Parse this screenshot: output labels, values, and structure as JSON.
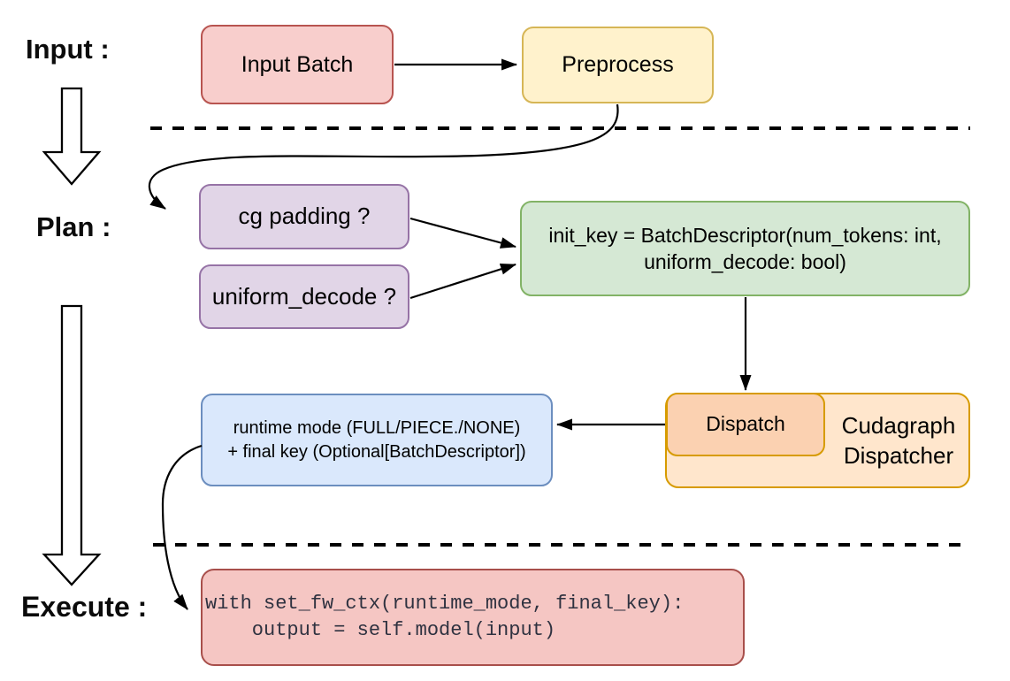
{
  "diagram": {
    "title_context": "cudagraph dispatch flow",
    "stage_labels": {
      "input": "Input :",
      "plan": "Plan :",
      "execute": "Execute :"
    },
    "nodes": {
      "input_batch": {
        "label": "Input Batch",
        "fill": "#f8cecc",
        "stroke": "#b85450"
      },
      "preprocess": {
        "label": "Preprocess",
        "fill": "#fff2cc",
        "stroke": "#d6b656"
      },
      "cg_padding": {
        "label": "cg padding ?",
        "fill": "#e1d5e7",
        "stroke": "#9673a6"
      },
      "uniform_decode": {
        "label": "uniform_decode ?",
        "fill": "#e1d5e7",
        "stroke": "#9673a6"
      },
      "init_key": {
        "line1": "init_key = BatchDescriptor(num_tokens: int,",
        "line2": "uniform_decode: bool)",
        "fill": "#d5e8d4",
        "stroke": "#82b366"
      },
      "dispatch": {
        "label": "Dispatch",
        "fill": "#fbd1b1",
        "stroke": "#d79b00"
      },
      "cudagraph_dispatcher": {
        "line1": "Cudagraph",
        "line2": "Dispatcher",
        "fill": "#ffe6cc",
        "stroke": "#d79b00"
      },
      "runtime_mode": {
        "line1": "runtime mode (FULL/PIECE./NONE)",
        "line2": "+ final key (Optional[BatchDescriptor])",
        "fill": "#dae8fc",
        "stroke": "#6c8ebf"
      },
      "execute_code": {
        "code_line1": "with set_fw_ctx(runtime_mode, final_key):",
        "code_line2": "    output = self.model(input)",
        "fill": "#f5c6c3",
        "stroke": "#a84f4b"
      }
    },
    "connections": [
      {
        "from": "input_batch",
        "to": "preprocess"
      },
      {
        "from": "preprocess",
        "to": "cg_padding"
      },
      {
        "from": "cg_padding",
        "to": "init_key"
      },
      {
        "from": "uniform_decode",
        "to": "init_key"
      },
      {
        "from": "init_key",
        "to": "dispatch"
      },
      {
        "from": "dispatch",
        "to": "runtime_mode"
      },
      {
        "from": "runtime_mode",
        "to": "execute_code"
      },
      {
        "from": "label_input",
        "to": "label_plan"
      },
      {
        "from": "label_plan",
        "to": "label_execute"
      }
    ],
    "separators": [
      {
        "name": "input-plan-divider",
        "style": "dashed"
      },
      {
        "name": "plan-execute-divider",
        "style": "dashed"
      }
    ]
  }
}
